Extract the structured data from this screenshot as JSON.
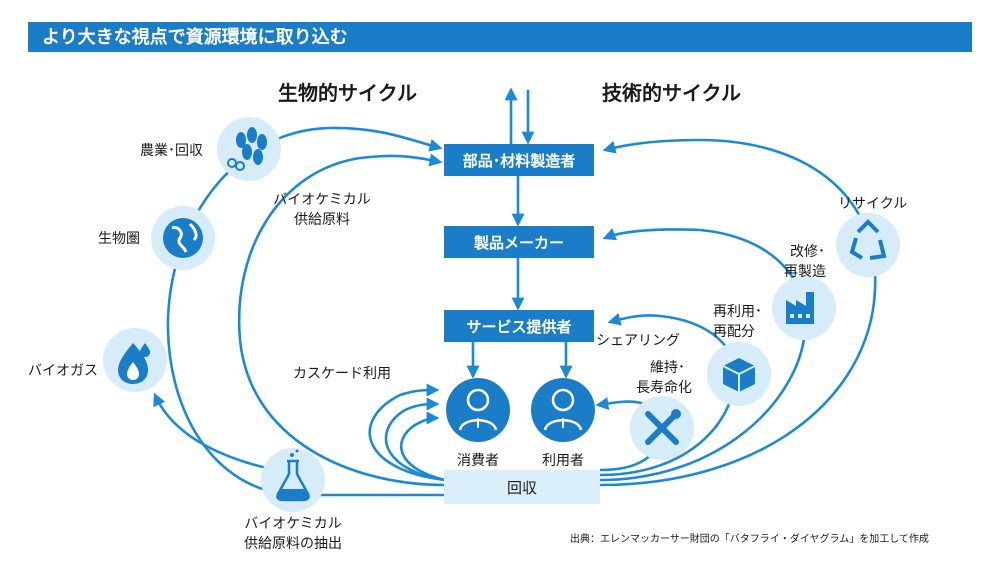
{
  "header": {
    "title": "より大きな視点で資源環境に取り込む"
  },
  "cycles": {
    "biological": "生物的サイクル",
    "technical": "技術的サイクル"
  },
  "boxes": {
    "parts_manufacturer": "部品･材料製造者",
    "product_maker": "製品メーカー",
    "service_provider": "サービス提供者",
    "collection": "回収"
  },
  "people": {
    "consumer": "消費者",
    "user": "利用者"
  },
  "bio_labels": {
    "farming": "農業･回収",
    "biosphere": "生物圏",
    "biogas": "バイオガス",
    "feedstock_line1": "バイオケミカル",
    "feedstock_line2": "供給原料",
    "extraction_line1": "バイオケミカル",
    "extraction_line2": "供給原料の抽出",
    "cascade": "カスケード利用"
  },
  "tech_labels": {
    "recycle": "リサイクル",
    "refurbish_line1": "改修･",
    "refurbish_line2": "再製造",
    "reuse_line1": "再利用･",
    "reuse_line2": "再配分",
    "sharing": "シェアリング",
    "maintain_line1": "維持･",
    "maintain_line2": "長寿命化"
  },
  "source_note": "出典：エレンマッカーサー財団の「バタフライ・ダイヤグラム」を加工して作成",
  "colors": {
    "accent": "#1b7dc8",
    "light": "#d9eef9",
    "arrow": "#1b8ad6",
    "icon_bg": "#d6ecf8"
  },
  "icons": [
    "wheat-icon",
    "globe-icon",
    "flame-drop-icon",
    "flask-icon",
    "recycle-icon",
    "factory-icon",
    "box-icon",
    "tools-icon",
    "person-icon"
  ]
}
